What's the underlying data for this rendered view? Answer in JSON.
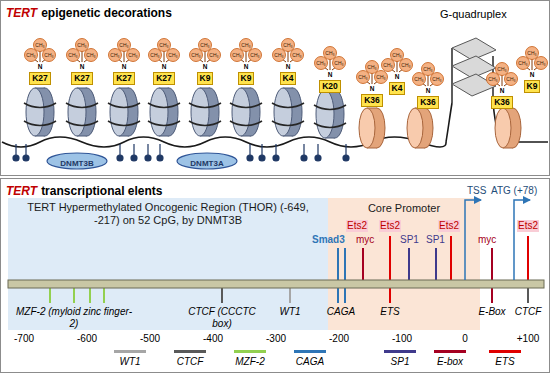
{
  "diagram": {
    "nodes": [
      {
        "text": [
          "TERT",
          "epigenetic decorations"
        ]
      },
      {
        "text": [
          "K27"
        ],
        "in": 0
      },
      {
        "text": [
          "K27"
        ],
        "in": 0
      },
      {
        "text": [
          "K27"
        ],
        "in": 0
      },
      {
        "text": [
          "K27"
        ],
        "in": 0
      },
      {
        "text": [
          "K9"
        ],
        "in": 0
      },
      {
        "text": [
          "K9"
        ],
        "in": 0
      },
      {
        "text": [
          "K4"
        ],
        "in": 0
      },
      {
        "text": [
          "K20"
        ],
        "in": 0
      },
      {
        "text": [
          "K36"
        ],
        "in": 0
      },
      {
        "text": [
          "K4"
        ],
        "in": 0
      },
      {
        "text": [
          "K36"
        ],
        "in": 0
      },
      {
        "text": [
          "K36"
        ],
        "in": 0
      },
      {
        "text": [
          "K9"
        ],
        "in": 0
      },
      {
        "text": [
          "DNMT3B"
        ],
        "in": 0
      },
      {
        "text": [
          "DNMT3A"
        ],
        "in": 0
      },
      {
        "text": [
          "TERT",
          "transcriptional elents"
        ]
      },
      {
        "text": [
          "TERT Hypermethylated Oncogenic Region (THOR) (-649, -217) on 52 CpG, by DNMT3B"
        ],
        "in": 16
      },
      {
        "text": [
          "Core Promoter"
        ],
        "in": 16
      }
    ],
    "labels": [
      "G-quadruplex",
      "CH₃",
      "CH₃",
      "CH₃",
      "N",
      "CH₃",
      "CH₃",
      "CH₃",
      "N",
      "CH₃",
      "CH₃",
      "CH₃",
      "N",
      "CH₃",
      "CH₃",
      "CH₃",
      "N",
      "CH₃",
      "CH₃",
      "CH₃",
      "N",
      "CH₃",
      "CH₃",
      "CH₃",
      "N",
      "CH₃",
      "CH₃",
      "CH₃",
      "N",
      "CH₃",
      "CH₃",
      "CH₃",
      "N",
      "CH₃",
      "CH₃",
      "CH₃",
      "N",
      "CH₃",
      "CH₃",
      "CH₃",
      "N",
      "CH₃",
      "CH₃",
      "CH₃",
      "N",
      "CH₃",
      "CH₃",
      "CH₃",
      "N",
      "CH₃",
      "CH₃",
      "CH₃",
      "N",
      "Smad3",
      "Ets2",
      "myc",
      "Ets2",
      "SP1",
      "SP1",
      "Ets2",
      "Ets2",
      "myc",
      "TSS",
      "ATG (+78)",
      "MZF-2 (myloid zinc finger-2)",
      "CTCF (CCCTC box)",
      "WT1",
      "CAGA",
      "ETS",
      "E-Box",
      "CTCF",
      "-700",
      "-600",
      "-500",
      "-400",
      "-300",
      "-200",
      "-100",
      "0",
      "+100"
    ],
    "legend": [
      {
        "text": "WT1",
        "color": "#a6a6a6"
      },
      {
        "text": "CTCF",
        "color": "#595959"
      },
      {
        "text": "MZF-2",
        "color": "#92d050"
      },
      {
        "text": "CAGA",
        "color": "#2e75b6"
      },
      {
        "text": "SP1",
        "color": "#3f3a8c"
      },
      {
        "text": "E-box",
        "color": "#a50021"
      },
      {
        "text": "ETS",
        "color": "#e00000"
      }
    ]
  }
}
